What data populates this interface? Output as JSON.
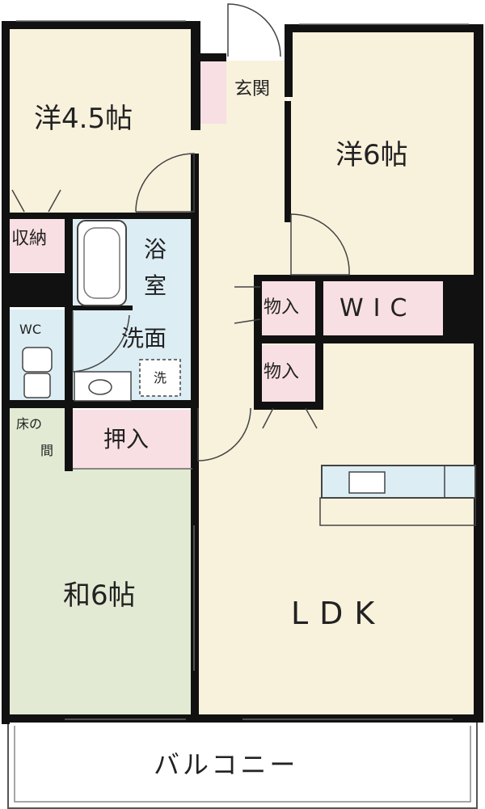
{
  "floor_plan": {
    "rooms": {
      "western_a": "洋4.5帖",
      "western_b": "洋6帖",
      "japanese": "和6帖",
      "ldk": "LDK",
      "entrance": "玄関",
      "storage_left": "収納",
      "bath_1": "浴",
      "bath_2": "室",
      "washroom": "洗面",
      "washer": "洗",
      "wc": "WC",
      "tokonoma_1": "床の",
      "tokonoma_2": "間",
      "closet": "押入",
      "storage_top": "物入",
      "storage_bottom": "物入",
      "wic": "WIC",
      "balcony": "バルコニー"
    },
    "colors": {
      "wall": "#111111",
      "western_floor": "#f8f1dc",
      "japanese_floor": "#e2ead3",
      "wet_area": "#dcedf4",
      "storage": "#f8dfe3",
      "outline": "#555555"
    }
  }
}
